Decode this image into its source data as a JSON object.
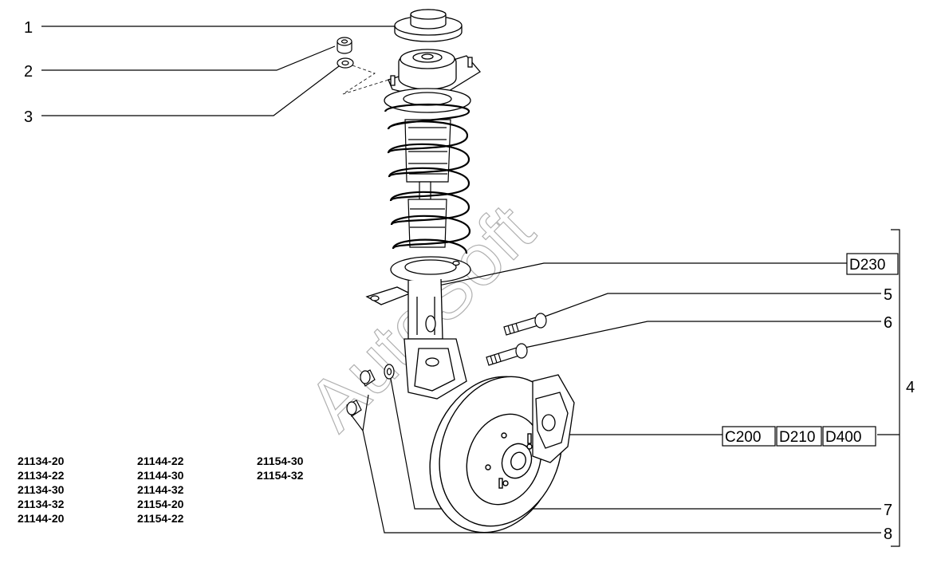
{
  "watermark": "AutoSoft",
  "callouts": {
    "c1": "1",
    "c2": "2",
    "c3": "3",
    "c4": "4",
    "c5": "5",
    "c6": "6",
    "c7": "7",
    "c8": "8"
  },
  "refs": {
    "d230": "D230",
    "c200": "C200",
    "d210": "D210",
    "d400": "D400"
  },
  "applicability": {
    "col1": [
      "21134-20",
      "21134-22",
      "21134-30",
      "21134-32",
      "21144-20"
    ],
    "col2": [
      "21144-22",
      "21144-30",
      "21144-32",
      "21154-20",
      "21154-22"
    ],
    "col3": [
      "21154-30",
      "21154-32"
    ]
  }
}
